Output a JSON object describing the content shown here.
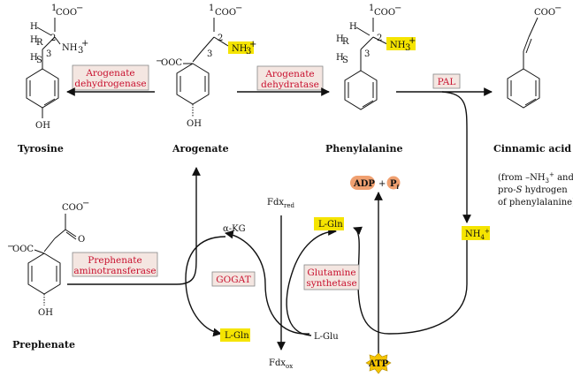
{
  "colors": {
    "enzyme_text": "#c8102e",
    "enzyme_box_fill": "#f4e6e1",
    "highlight_yellow": "#f5e400",
    "cofactor_orange": "#f0a070",
    "line": "#111111"
  },
  "compounds": {
    "tyrosine": "Tyrosine",
    "arogenate": "Arogenate",
    "phenylalanine": "Phenylalanine",
    "cinnamic_acid": "Cinnamic acid",
    "prephenate": "Prephenate"
  },
  "enzymes": {
    "arogenate_dehydrogenase": [
      "Arogenate",
      "dehydrogenase"
    ],
    "arogenate_dehydratase": [
      "Arogenate",
      "dehydratase"
    ],
    "pal": "PAL",
    "prephenate_aminotransferase": [
      "Prephenate",
      "aminotransferase"
    ],
    "gogat": "GOGAT",
    "glutamine_synthetase": [
      "Glutamine",
      "synthetase"
    ]
  },
  "molecule_labels": {
    "coo": "COO",
    "minus": "−",
    "one": "1",
    "two": "2",
    "three": "3",
    "nh3": "NH",
    "three_sub": "3",
    "plus": "+",
    "h": "H",
    "hr": "H",
    "r_sub": "R",
    "hs": "H",
    "s_sub": "S",
    "oh": "OH",
    "ooc": "OOC",
    "o": "O"
  },
  "cycle_labels": {
    "akg": "α-KG",
    "lgln_top": "L-Gln",
    "lgln_bottom": "L-Gln",
    "lglu": "L-Glu",
    "fdx": "Fdx",
    "red": "red",
    "ox": "ox",
    "adp": "ADP",
    "pi_p": "P",
    "pi_i": "i",
    "plus_sign": "+",
    "atp": "ATP",
    "nh4": "NH",
    "four": "4"
  },
  "note": [
    "(from –NH",
    "3",
    "+",
    " and",
    "pro-",
    "S",
    " hydrogen",
    "of phenylalanine)"
  ]
}
